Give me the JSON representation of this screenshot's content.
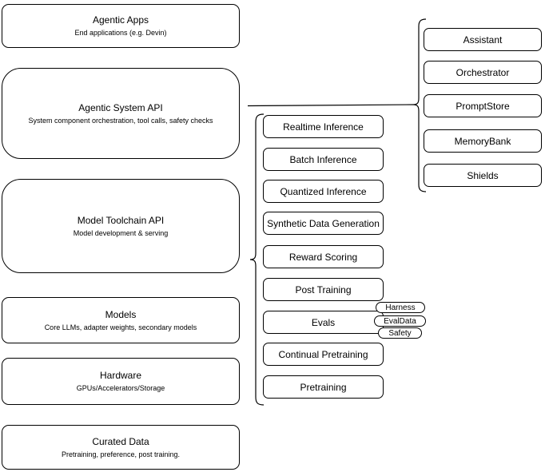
{
  "diagram": {
    "title_hint": "Agentic system stack diagram",
    "left_column": [
      {
        "title": "Agentic Apps",
        "subtitle": "End applications (e.g. Devin)"
      },
      {
        "title": "Agentic System API",
        "subtitle": "System component orchestration, tool calls, safety checks"
      },
      {
        "title": "Model Toolchain API",
        "subtitle": "Model development & serving"
      },
      {
        "title": "Models",
        "subtitle": "Core LLMs, adapter weights, secondary models"
      },
      {
        "title": "Hardware",
        "subtitle": "GPUs/Accelerators/Storage"
      },
      {
        "title": "Curated Data",
        "subtitle": "Pretraining, preference, post training."
      }
    ],
    "toolchain_items": [
      "Realtime Inference",
      "Batch Inference",
      "Quantized Inference",
      "Synthetic Data Generation",
      "Reward Scoring",
      "Post Training",
      "Evals",
      "Continual Pretraining",
      "Pretraining"
    ],
    "eval_tags": [
      "Harness",
      "EvalData",
      "Safety"
    ],
    "system_components": [
      "Assistant",
      "Orchestrator",
      "PromptStore",
      "MemoryBank",
      "Shields"
    ],
    "colors": {
      "border": "#000000",
      "background": "#ffffff",
      "text": "#000000"
    }
  }
}
